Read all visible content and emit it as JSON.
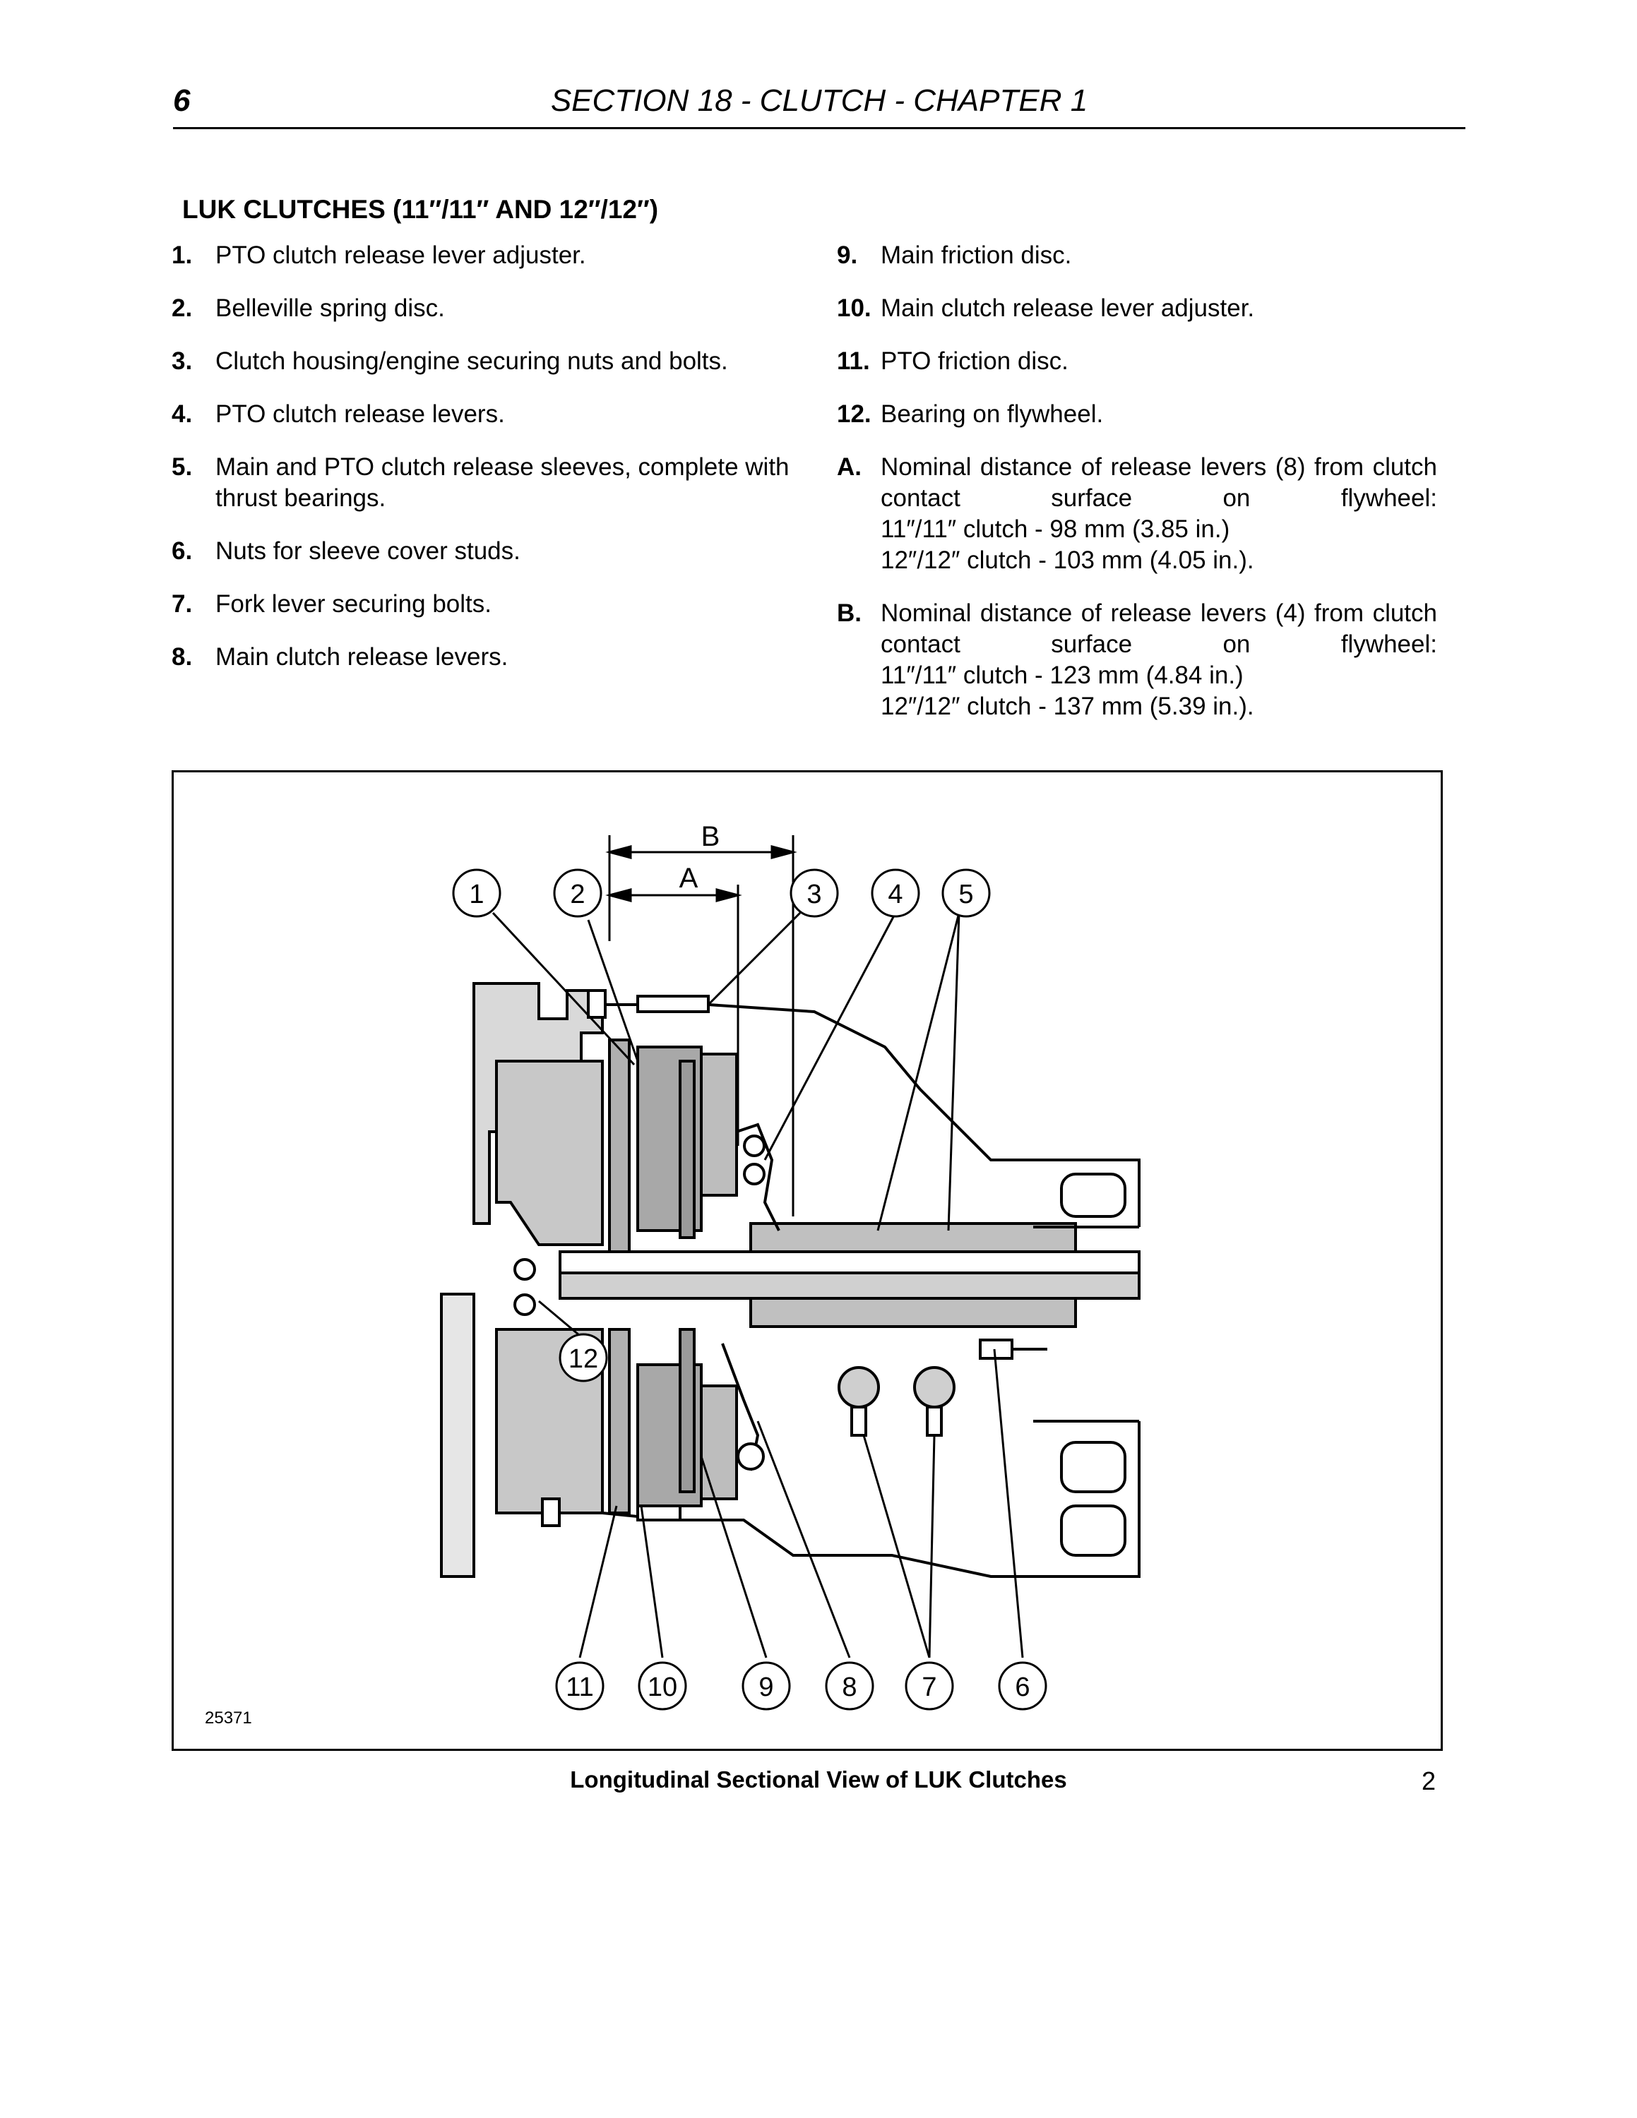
{
  "header": {
    "page_number": "6",
    "section_title": "SECTION 18 - CLUTCH - CHAPTER 1"
  },
  "list_heading": "LUK CLUTCHES (11″/11″ AND 12″/12″)",
  "items_left": [
    {
      "num": "1.",
      "text": "PTO clutch release lever adjuster."
    },
    {
      "num": "2.",
      "text": "Belleville spring disc."
    },
    {
      "num": "3.",
      "text": "Clutch housing/engine securing nuts and bolts."
    },
    {
      "num": "4.",
      "text": "PTO clutch release levers."
    },
    {
      "num": "5.",
      "text": "Main and PTO clutch release sleeves, complete with thrust bearings."
    },
    {
      "num": "6.",
      "text": "Nuts for sleeve cover studs."
    },
    {
      "num": "7.",
      "text": "Fork lever securing bolts."
    },
    {
      "num": "8.",
      "text": "Main clutch release levers."
    }
  ],
  "items_right": [
    {
      "num": "9.",
      "text": "Main friction disc."
    },
    {
      "num": "10.",
      "text": "Main clutch release lever adjuster."
    },
    {
      "num": "11.",
      "text": "PTO friction disc."
    },
    {
      "num": "12.",
      "text": "Bearing on flywheel."
    },
    {
      "num": "A.",
      "text": "Nominal distance of release levers (8) from clutch contact surface on flywheel:",
      "line2": "11″/11″ clutch - 98 mm (3.85 in.)",
      "line3": "12″/12″ clutch - 103 mm (4.05 in.)."
    },
    {
      "num": "B.",
      "text": "Nominal distance of release levers (4) from clutch contact surface on flywheel:",
      "line2": "11″/11″ clutch - 123 mm (4.84 in.)",
      "line3": "12″/12″ clutch - 137 mm (5.39 in.)."
    }
  ],
  "figure": {
    "id": "25371",
    "caption": "Longitudinal Sectional View of LUK Clutches",
    "number": "2",
    "dimension_labels": [
      "A",
      "B"
    ],
    "callouts": [
      "1",
      "2",
      "3",
      "4",
      "5",
      "6",
      "7",
      "8",
      "9",
      "10",
      "11",
      "12"
    ]
  }
}
